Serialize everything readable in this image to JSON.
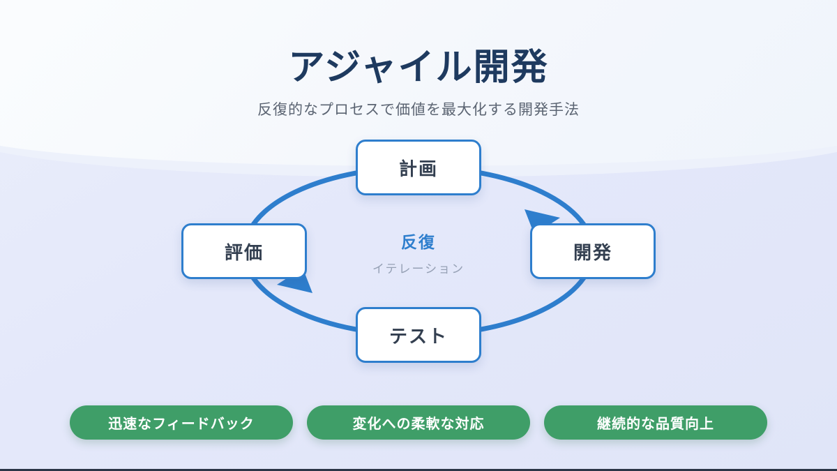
{
  "header": {
    "title": "アジャイル開発",
    "subtitle": "反復的なプロセスで価値を最大化する開発手法"
  },
  "cycle": {
    "nodes": [
      {
        "id": "plan",
        "label": "計画"
      },
      {
        "id": "develop",
        "label": "開発"
      },
      {
        "id": "test",
        "label": "テスト"
      },
      {
        "id": "evaluate",
        "label": "評価"
      }
    ],
    "center": {
      "label": "反復",
      "sublabel": "イテレーション"
    },
    "direction": "clockwise"
  },
  "benefits": [
    {
      "label": "迅速なフィードバック"
    },
    {
      "label": "変化への柔軟な対応"
    },
    {
      "label": "継続的な品質向上"
    }
  ],
  "colors": {
    "accent_blue": "#2e7ecd",
    "title_navy": "#1e3a5f",
    "node_text": "#333f50",
    "benefit_green": "#3f9e68",
    "center_sub_gray": "#96a1b5",
    "bottom_bar": "#2b3547"
  }
}
